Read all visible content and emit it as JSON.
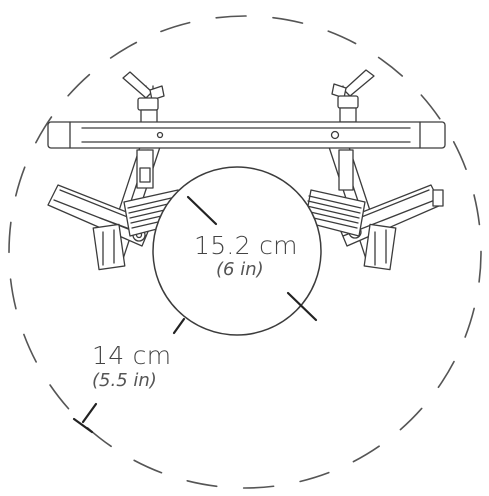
{
  "colors": {
    "line": "#3c3c3c",
    "dash": "#555555",
    "text": "#444444",
    "fill": "#ffffff"
  },
  "labels": {
    "inner_metric": "15.2 cm",
    "inner_imperial": "(6 in)",
    "outer_metric": "14 cm",
    "outer_imperial": "(5.5 in)"
  }
}
